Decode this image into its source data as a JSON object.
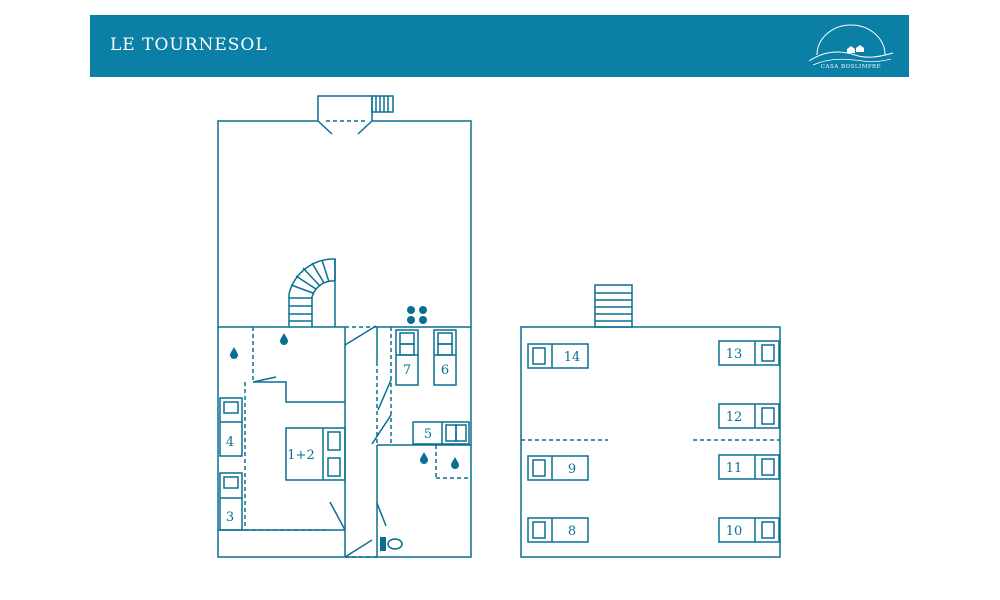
{
  "header": {
    "title": "LE TOURNESOL",
    "logo_text": "CASA BOSLIMPRÉ",
    "logo_icon": "hills-house-logo-icon",
    "background_color": "#0b7fa6"
  },
  "colors": {
    "line": "#0b6f94"
  },
  "rooms": {
    "bed_1_2": "1+2",
    "bed_3": "3",
    "bed_4": "4",
    "bed_5": "5",
    "bed_6": "6",
    "bed_7": "7",
    "bed_8": "8",
    "bed_9": "9",
    "bed_10": "10",
    "bed_11": "11",
    "bed_12": "12",
    "bed_13": "13",
    "bed_14": "14"
  }
}
